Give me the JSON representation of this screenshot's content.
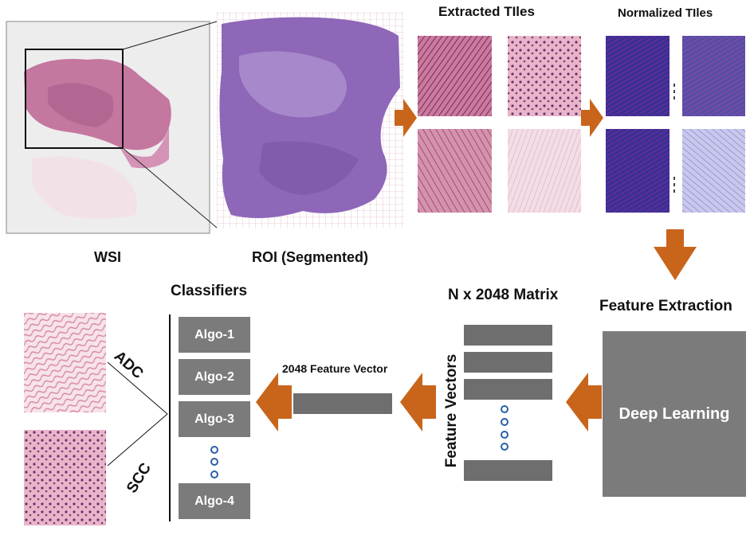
{
  "labels": {
    "wsi": "WSI",
    "roi": "ROI (Segmented)",
    "extracted_tiles": "Extracted TIles",
    "normalized_tiles": "Normalized TIles",
    "feature_extraction": "Feature Extraction",
    "deep_learning": "Deep Learning",
    "matrix": "N x 2048 Matrix",
    "feature_vectors": "Feature Vectors",
    "feature_vector": "2048 Feature Vector",
    "classifiers": "Classifiers",
    "adc": "ADC",
    "scc": "SCC"
  },
  "classifiers": [
    "Algo-1",
    "Algo-2",
    "Algo-3",
    "Algo-4"
  ],
  "colors": {
    "arrow": "#c8651b",
    "box": "#7b7b7b",
    "bar": "#6e6e6e",
    "tissue_pink": "#d98fb4",
    "roi_purple": "#8e67b8",
    "normalized_blue": "#4a3aa8",
    "dots": "#2a5fa8"
  }
}
